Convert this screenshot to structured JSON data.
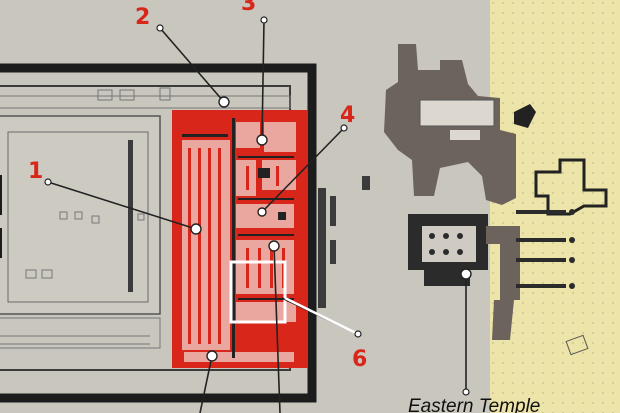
{
  "map": {
    "colors": {
      "background": "#c9c6bd",
      "east_panel": "#ece4a8",
      "highlight": "#d8261b",
      "walls": "#1c1c1c",
      "ruins": "#6b635c",
      "pointer": "#222222",
      "inset_box": "#ffffff"
    },
    "markers": [
      {
        "id": "1",
        "label": "1"
      },
      {
        "id": "2",
        "label": "2"
      },
      {
        "id": "3",
        "label": "3"
      },
      {
        "id": "4",
        "label": "4"
      },
      {
        "id": "6",
        "label": "6"
      }
    ],
    "place_labels": {
      "eastern_temple": "Eastern Temple"
    }
  }
}
